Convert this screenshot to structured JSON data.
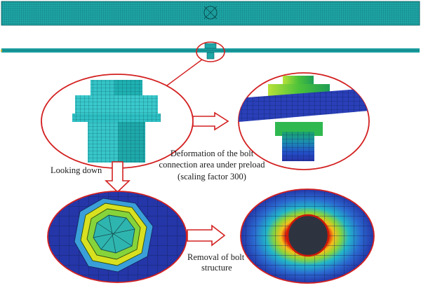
{
  "labels": {
    "deformation_line1": "Deformation of the bolt",
    "deformation_line2": "connection area under preload",
    "deformation_line3": "(scaling factor 300)",
    "looking_down": "Looking down",
    "removal_line1": "Removal of bolt",
    "removal_line2": "structure"
  },
  "colors": {
    "mesh_teal": "#1fa6a6",
    "mesh_dark_teal": "#0e6f72",
    "outline_red": "#d32020",
    "fea_blue": "#2233aa",
    "fea_green": "#55cc33",
    "fea_yellow": "#e8e02a",
    "fea_red": "#dd2211",
    "hole_dark": "#2e3340"
  }
}
